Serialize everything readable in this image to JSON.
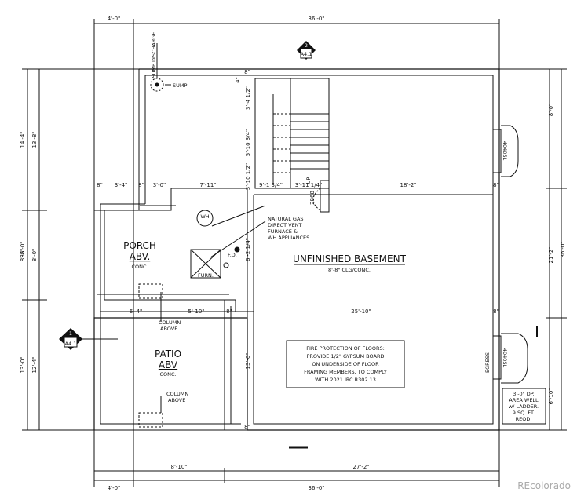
{
  "dimensions": {
    "top_left": "4'-0\"",
    "top_main": "36'-0\"",
    "bottom_left": "4'-0\"",
    "bottom_main": "36'-0\"",
    "bottom_patio": "8'-10\"",
    "bottom_right": "27'-2\"",
    "left_overall": "36'-0\"",
    "left_upper_a": "14'-4\"",
    "left_upper_b": "13'-8\"",
    "left_mid": "8'-8\"",
    "left_mid_b": "8'-0\"",
    "left_lower_a": "13'-0\"",
    "left_lower_b": "12'-4\"",
    "right_overall": "36'-0\"",
    "right_top": "8'-0\"",
    "right_mid": "21'-2\"",
    "right_bot": "6'-10\"",
    "mid_row": [
      "8\"",
      "3'-4\"",
      "8\"",
      "3'-0\"",
      "7'-11\"",
      "3'-10 1/2\"",
      "9'-1 3/4\"",
      "3'-11 1/4\"",
      "18'-2\""
    ],
    "patio_row": [
      "6'-4\"",
      "5'-10\"",
      "8\"",
      "25'-10\""
    ],
    "stair_v1": "3'-4 1/2\"",
    "stair_v2": "5'-10 3/4\"",
    "stair_4": "4\"",
    "interior_v": "8'-2 1/4\"",
    "patio_v": "13'-0\"",
    "door": "2868",
    "corners": [
      "8\"",
      "8\"",
      "8\"",
      "8\""
    ]
  },
  "labels": {
    "sump_discharge": "SUMP DISCHARGE",
    "sump": "SUMP",
    "wh": "WH",
    "nat_gas": [
      "NATURAL GAS",
      "DIRECT VENT",
      "FURNACE &",
      "WH APPLIANCES"
    ],
    "fd": "F.D.",
    "furn": "FURN.",
    "porch": "PORCH",
    "porch_abv": "ABV.",
    "porch_conc": "CONC.",
    "column_above_1": [
      "COLUMN",
      "ABOVE"
    ],
    "column_above_2": [
      "COLUMN",
      "ABOVE"
    ],
    "patio": "PATIO",
    "patio_abv": "ABV",
    "patio_conc": "CONC.",
    "basement_title": "UNFINISHED BASEMENT",
    "basement_sub": "8'-8\" CLG/CONC.",
    "fire_note": [
      "FIRE PROTECTION OF FLOORS:",
      "PROVIDE 1/2\" GYPSUM BOARD",
      "ON UNDERSIDE OF FLOOR",
      "FRAMING MEMBERS, TO COMPLY",
      "WITH 2021 IRC R302.13"
    ],
    "egress": "EGRESS",
    "window_1": "4040SL",
    "window_2": "4040SL",
    "area_well": [
      "3'-0\" DP.",
      "AREA WELL",
      "w/ LADDER.",
      "9 SQ. FT.",
      "REQD."
    ],
    "section_top_num": "2",
    "section_top_ref": "A4.1",
    "section_left_num": "1",
    "section_left_ref": "A4.1",
    "stair_up": "UP"
  },
  "watermark": "REcolorado"
}
